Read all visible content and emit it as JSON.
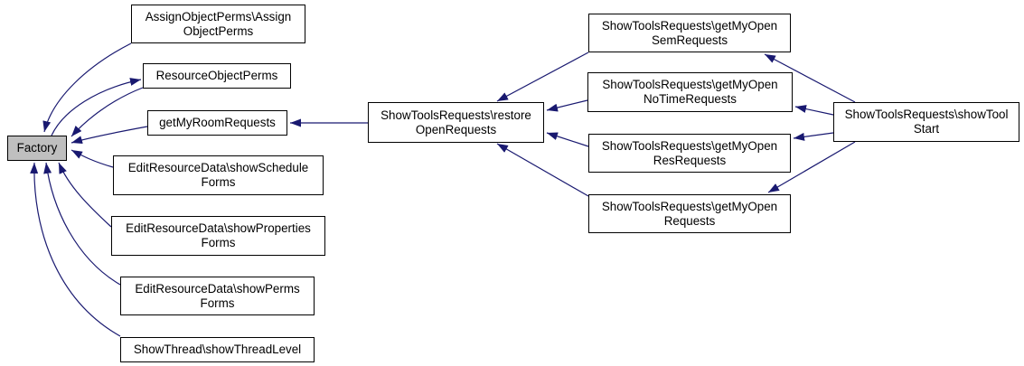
{
  "diagram": {
    "type": "caller-graph",
    "background": "#ffffff",
    "edge_color": "#191970",
    "node_border_color": "#000000",
    "node_fill": "#ffffff",
    "focus_node_fill": "#bfbfbf",
    "nodes": {
      "factory": {
        "label": "Factory",
        "lines": [
          "Factory"
        ]
      },
      "assign_object_perms": {
        "label": "AssignObjectPerms\\AssignObjectPerms",
        "lines": [
          "AssignObjectPerms\\Assign",
          "ObjectPerms"
        ]
      },
      "resource_object_perms": {
        "label": "ResourceObjectPerms",
        "lines": [
          "ResourceObjectPerms"
        ]
      },
      "get_my_room_requests": {
        "label": "getMyRoomRequests",
        "lines": [
          "getMyRoomRequests"
        ]
      },
      "show_schedule_forms": {
        "label": "EditResourceData\\showScheduleForms",
        "lines": [
          "EditResourceData\\showSchedule",
          "Forms"
        ]
      },
      "show_properties_forms": {
        "label": "EditResourceData\\showPropertiesForms",
        "lines": [
          "EditResourceData\\showProperties",
          "Forms"
        ]
      },
      "show_perms_forms": {
        "label": "EditResourceData\\showPermsForms",
        "lines": [
          "EditResourceData\\showPerms",
          "Forms"
        ]
      },
      "show_thread_level": {
        "label": "ShowThread\\showThreadLevel",
        "lines": [
          "ShowThread\\showThreadLevel"
        ]
      },
      "restore_open_requests": {
        "label": "ShowToolsRequests\\restoreOpenRequests",
        "lines": [
          "ShowToolsRequests\\restore",
          "OpenRequests"
        ]
      },
      "get_my_open_sem_requests": {
        "label": "ShowToolsRequests\\getMyOpenSemRequests",
        "lines": [
          "ShowToolsRequests\\getMyOpen",
          "SemRequests"
        ]
      },
      "get_my_open_no_time_requests": {
        "label": "ShowToolsRequests\\getMyOpenNoTimeRequests",
        "lines": [
          "ShowToolsRequests\\getMyOpen",
          "NoTimeRequests"
        ]
      },
      "get_my_open_res_requests": {
        "label": "ShowToolsRequests\\getMyOpenResRequests",
        "lines": [
          "ShowToolsRequests\\getMyOpen",
          "ResRequests"
        ]
      },
      "get_my_open_requests": {
        "label": "ShowToolsRequests\\getMyOpenRequests",
        "lines": [
          "ShowToolsRequests\\getMyOpen",
          "Requests"
        ]
      },
      "show_tool_start": {
        "label": "ShowToolsRequests\\showToolStart",
        "lines": [
          "ShowToolsRequests\\showTool",
          "Start"
        ]
      }
    },
    "edges": [
      {
        "from": "assign_object_perms",
        "to": "factory"
      },
      {
        "from": "resource_object_perms",
        "to": "factory"
      },
      {
        "from": "factory",
        "to": "resource_object_perms"
      },
      {
        "from": "get_my_room_requests",
        "to": "factory"
      },
      {
        "from": "show_schedule_forms",
        "to": "factory"
      },
      {
        "from": "show_properties_forms",
        "to": "factory"
      },
      {
        "from": "show_perms_forms",
        "to": "factory"
      },
      {
        "from": "show_thread_level",
        "to": "factory"
      },
      {
        "from": "restore_open_requests",
        "to": "get_my_room_requests"
      },
      {
        "from": "get_my_open_sem_requests",
        "to": "restore_open_requests"
      },
      {
        "from": "get_my_open_no_time_requests",
        "to": "restore_open_requests"
      },
      {
        "from": "get_my_open_res_requests",
        "to": "restore_open_requests"
      },
      {
        "from": "get_my_open_requests",
        "to": "restore_open_requests"
      },
      {
        "from": "show_tool_start",
        "to": "get_my_open_sem_requests"
      },
      {
        "from": "show_tool_start",
        "to": "get_my_open_no_time_requests"
      },
      {
        "from": "show_tool_start",
        "to": "get_my_open_res_requests"
      },
      {
        "from": "show_tool_start",
        "to": "get_my_open_requests"
      }
    ]
  }
}
